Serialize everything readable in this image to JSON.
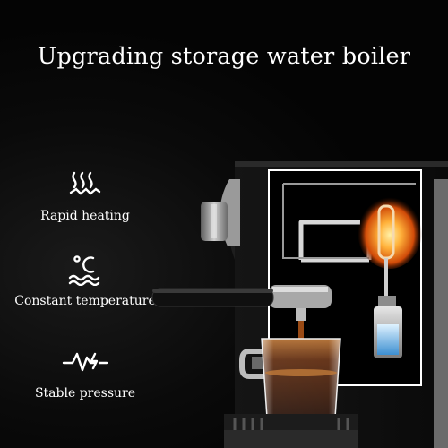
{
  "headline": "Upgrading storage water boiler",
  "features": [
    {
      "label": "Rapid heating",
      "icon": "heat-waves-icon"
    },
    {
      "label": "Constant temperature",
      "icon": "celsius-water-icon"
    },
    {
      "label": "Stable pressure",
      "icon": "pressure-pulse-icon"
    }
  ],
  "colors": {
    "background": "#050505",
    "text": "#ffffff",
    "pipe": "#d8d8d8",
    "flame": "#ff8a1e",
    "water": "#6fb8e6",
    "coffee": "#7a3a10"
  }
}
